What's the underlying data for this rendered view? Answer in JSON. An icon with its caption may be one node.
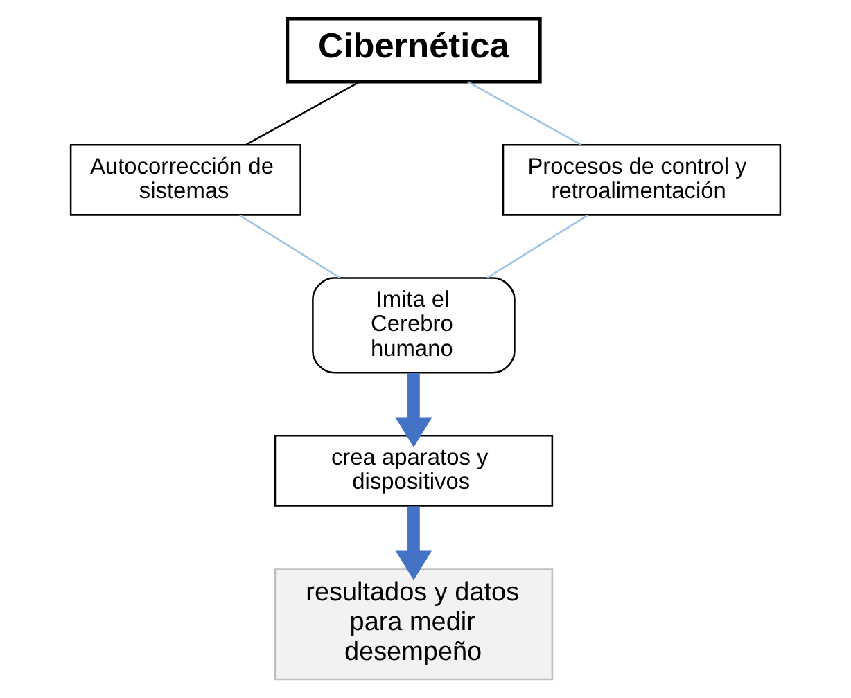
{
  "diagram": {
    "nodes": [
      {
        "text": [
          "Cibernética"
        ]
      },
      {
        "text": [
          "Autocorrección de sistemas"
        ]
      },
      {
        "text": [
          "Procesos de control y retroalimentación"
        ]
      },
      {
        "text": [
          "Imita el Cerebro humano"
        ]
      },
      {
        "text": [
          "crea aparatos y dispositivos"
        ]
      },
      {
        "text": [
          "resultados y datos para medir desempeño"
        ]
      }
    ],
    "edges": [
      {
        "from": 0,
        "to": 1,
        "arrow": "none",
        "color": "#000000"
      },
      {
        "from": 0,
        "to": 2,
        "arrow": "none",
        "color": "#9dc3e6"
      },
      {
        "from": 1,
        "to": 3,
        "arrow": "none",
        "color": "#9dc3e6"
      },
      {
        "from": 2,
        "to": 3,
        "arrow": "none",
        "color": "#9dc3e6"
      },
      {
        "from": 3,
        "to": 4,
        "arrow": "to",
        "style": "thick",
        "color": "#4472c4"
      },
      {
        "from": 4,
        "to": 5,
        "arrow": "to",
        "style": "thick",
        "color": "#4472c4"
      }
    ]
  }
}
